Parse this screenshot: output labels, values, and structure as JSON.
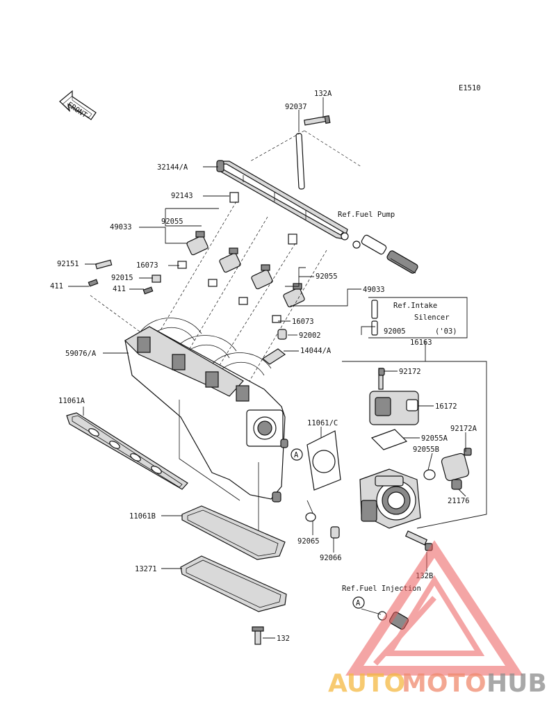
{
  "diagram_code": "E1510",
  "front_label": "FRONT",
  "callout_letter": "A",
  "parts": {
    "p132A": "132A",
    "p92037": "92037",
    "p32144A": "32144/A",
    "p92143": "92143",
    "p49033_left": "49033",
    "p92055_left": "92055",
    "p92151": "92151",
    "p16073_left": "16073",
    "p92015": "92015",
    "p411_left": "411",
    "p411_mid": "411",
    "p92055_right": "92055",
    "p49033_right": "49033",
    "p16073_right": "16073",
    "p92002": "92002",
    "p14044A": "14044/A",
    "p59076A": "59076/A",
    "p92005": "92005",
    "p92005_year": "('03)",
    "p16163": "16163",
    "p92172": "92172",
    "p16172": "16172",
    "p11061A": "11061A",
    "p11061C": "11061/C",
    "p92055A": "92055A",
    "p92172A": "92172A",
    "p92055B": "92055B",
    "p21176": "21176",
    "p11061B": "11061B",
    "p92065": "92065",
    "p92066": "92066",
    "p132B": "132B",
    "p13271": "13271",
    "p132": "132"
  },
  "references": {
    "fuel_pump": "Ref.Fuel Pump",
    "intake_silencer_line1": "Ref.Intake",
    "intake_silencer_line2": "Silencer",
    "fuel_injection": "Ref.Fuel Injection"
  },
  "watermark": {
    "auto": "AUTO",
    "moto": "MOTO",
    "hub": "HUB",
    "colors": {
      "auto": "#f5b942",
      "moto": "#f08a6e",
      "hub": "#8c8c8c",
      "triangle": "#ec5c5c"
    }
  }
}
